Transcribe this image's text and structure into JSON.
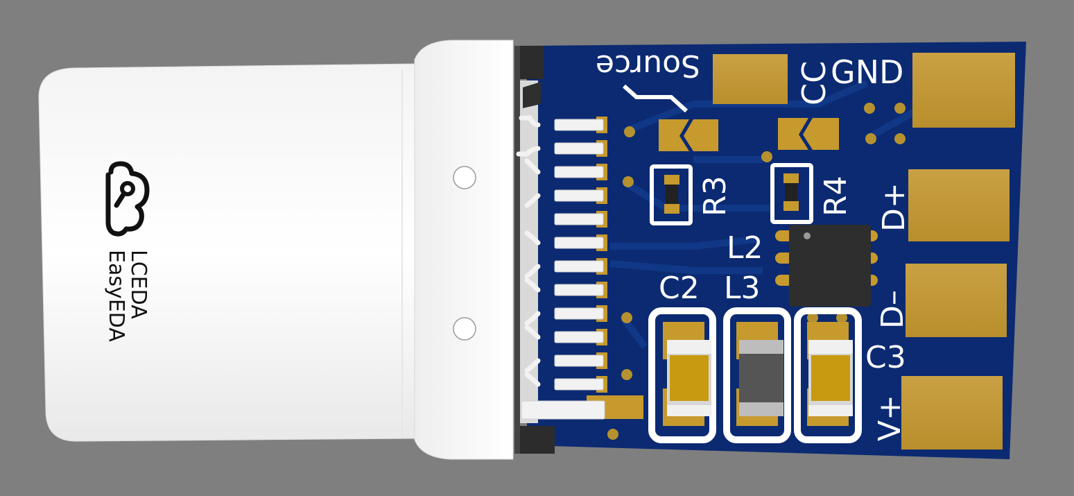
{
  "connector": {
    "logo_icon": "easyeda-cloud-logo",
    "brand_line1": "LCEDA",
    "brand_line2": "EasyEDA"
  },
  "board": {
    "color": "#0b2a72",
    "pad_color": "#c79a2e",
    "silkscreen_color": "#ffffff",
    "labels": {
      "source": "Source",
      "cc": "CC",
      "gnd": "GND",
      "r3": "R3",
      "r4": "R4",
      "d_plus": "D+",
      "d_minus": "D–",
      "l2": "L2",
      "l3": "L3",
      "c2": "C2",
      "c3": "C3",
      "v_plus": "V+"
    }
  }
}
